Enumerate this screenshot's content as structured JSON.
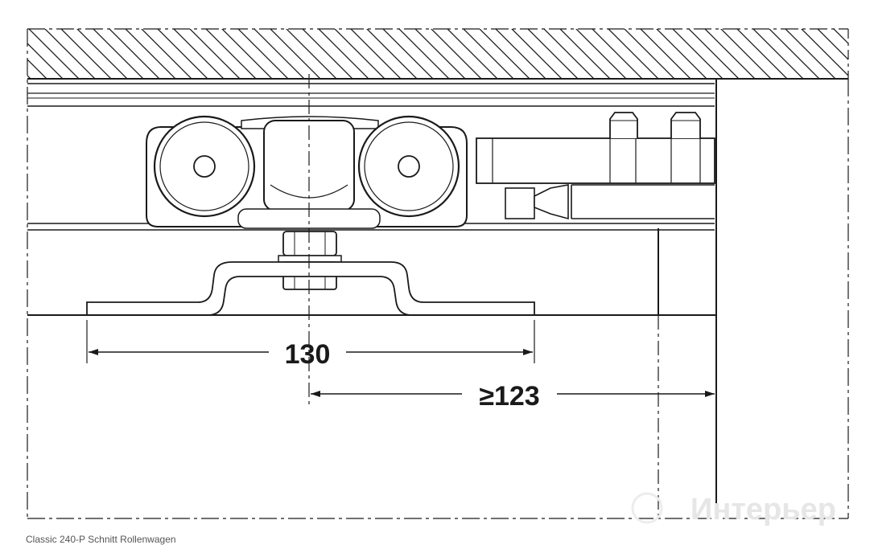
{
  "dimensions": {
    "width_label": "130",
    "offset_label": "≥123"
  },
  "watermark": "Интерьер",
  "caption": "Classic 240-P Schnitt Rollenwagen"
}
